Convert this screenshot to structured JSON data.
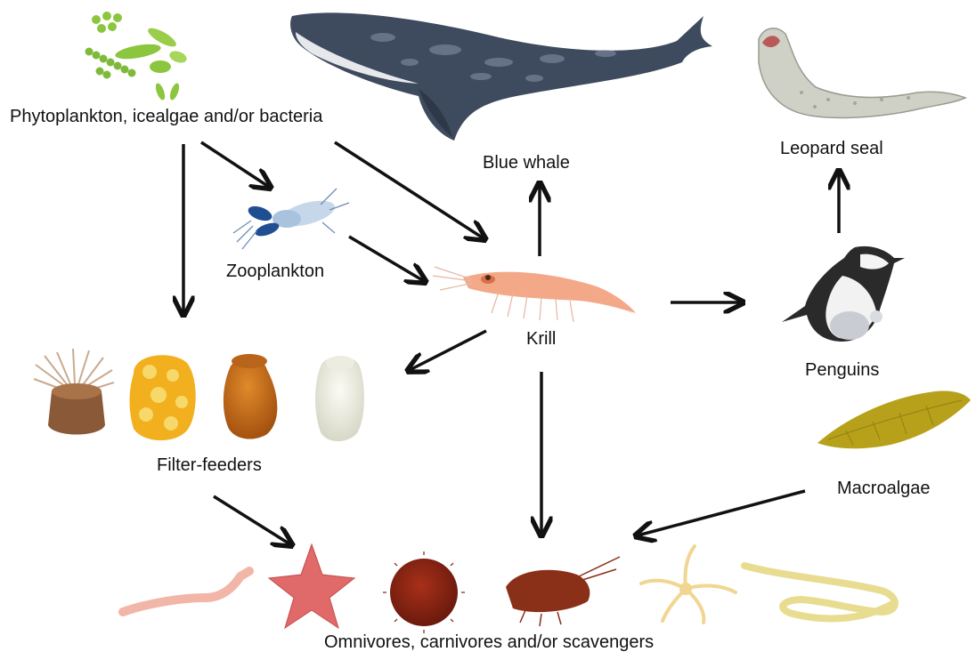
{
  "labels": {
    "phyto": "Phytoplankton, icealgae  and/or bacteria",
    "whale": "Blue whale",
    "seal": "Leopard seal",
    "zoo": "Zooplankton",
    "krill": "Krill",
    "penguins": "Penguins",
    "filter": "Filter-feeders",
    "macro": "Macroalgae",
    "omni": "Omnivores, carnivores and/or scavengers"
  },
  "organisms": {
    "phytoplankton": "phytoplankton-cells-illustration",
    "whale": "blue-whale-illustration",
    "seal": "leopard-seal-illustration",
    "zooplankton": "copepod-illustration",
    "krill": "krill-illustration",
    "penguin": "chinstrap-penguin-illustration",
    "filter_feeders": [
      "sea-anemone",
      "yellow-sponge",
      "orange-sponge",
      "white-sponge"
    ],
    "macroalgae": "kelp-blade-illustration",
    "scavengers": [
      "worm",
      "sea-star",
      "sea-urchin",
      "amphipod",
      "brittle-star",
      "nemertean-worm"
    ]
  },
  "colors": {
    "arrow": "#111111",
    "phyto_green": "#8cc63f",
    "whale_blue": "#3e4a5e",
    "krill_orange": "#f2a07b"
  }
}
